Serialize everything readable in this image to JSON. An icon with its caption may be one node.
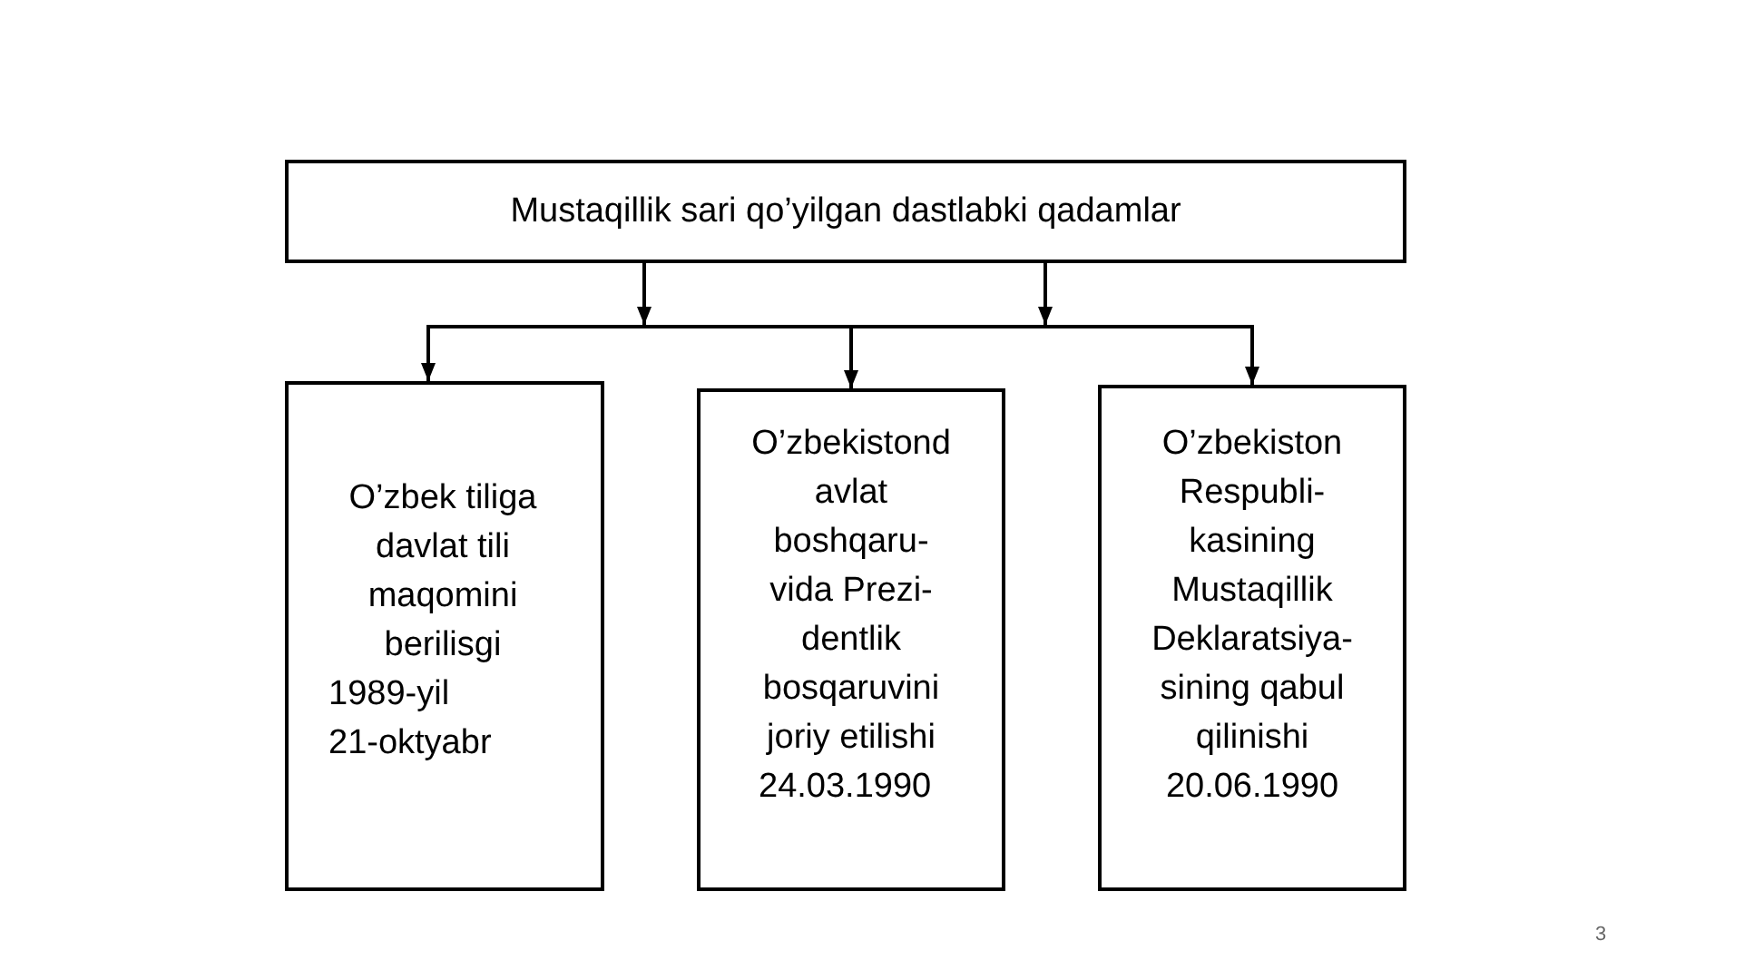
{
  "diagram": {
    "nodes": [
      {
        "text": [
          "Mustaqillik sari qo’yilgan dastlabki qadamlar"
        ]
      },
      {
        "text": [],
        "shape": "bar"
      },
      {
        "text": [
          "O’zbek tiliga davlat tili maqomini berilisgi",
          "1989-yil 21-oktyabr"
        ]
      },
      {
        "text": [
          "O’zbekistond avlat boshqaru- vida Prezi- dentlik bosqaruvini joriy etilishi",
          "24.03.1990"
        ]
      },
      {
        "text": [
          "O’zbekiston Respubli- kasining Mustaqillik Deklaratsiya- sining qabul qilinishi 20.06.1990"
        ]
      }
    ],
    "edges": [
      {
        "from": 0,
        "to": 1,
        "arrow": "to"
      },
      {
        "from": 0,
        "to": 1,
        "arrow": "to"
      },
      {
        "from": 1,
        "to": 2,
        "arrow": "to"
      },
      {
        "from": 1,
        "to": 3,
        "arrow": "to"
      },
      {
        "from": 1,
        "to": 4,
        "arrow": "to"
      }
    ],
    "labels": [
      "3"
    ]
  }
}
